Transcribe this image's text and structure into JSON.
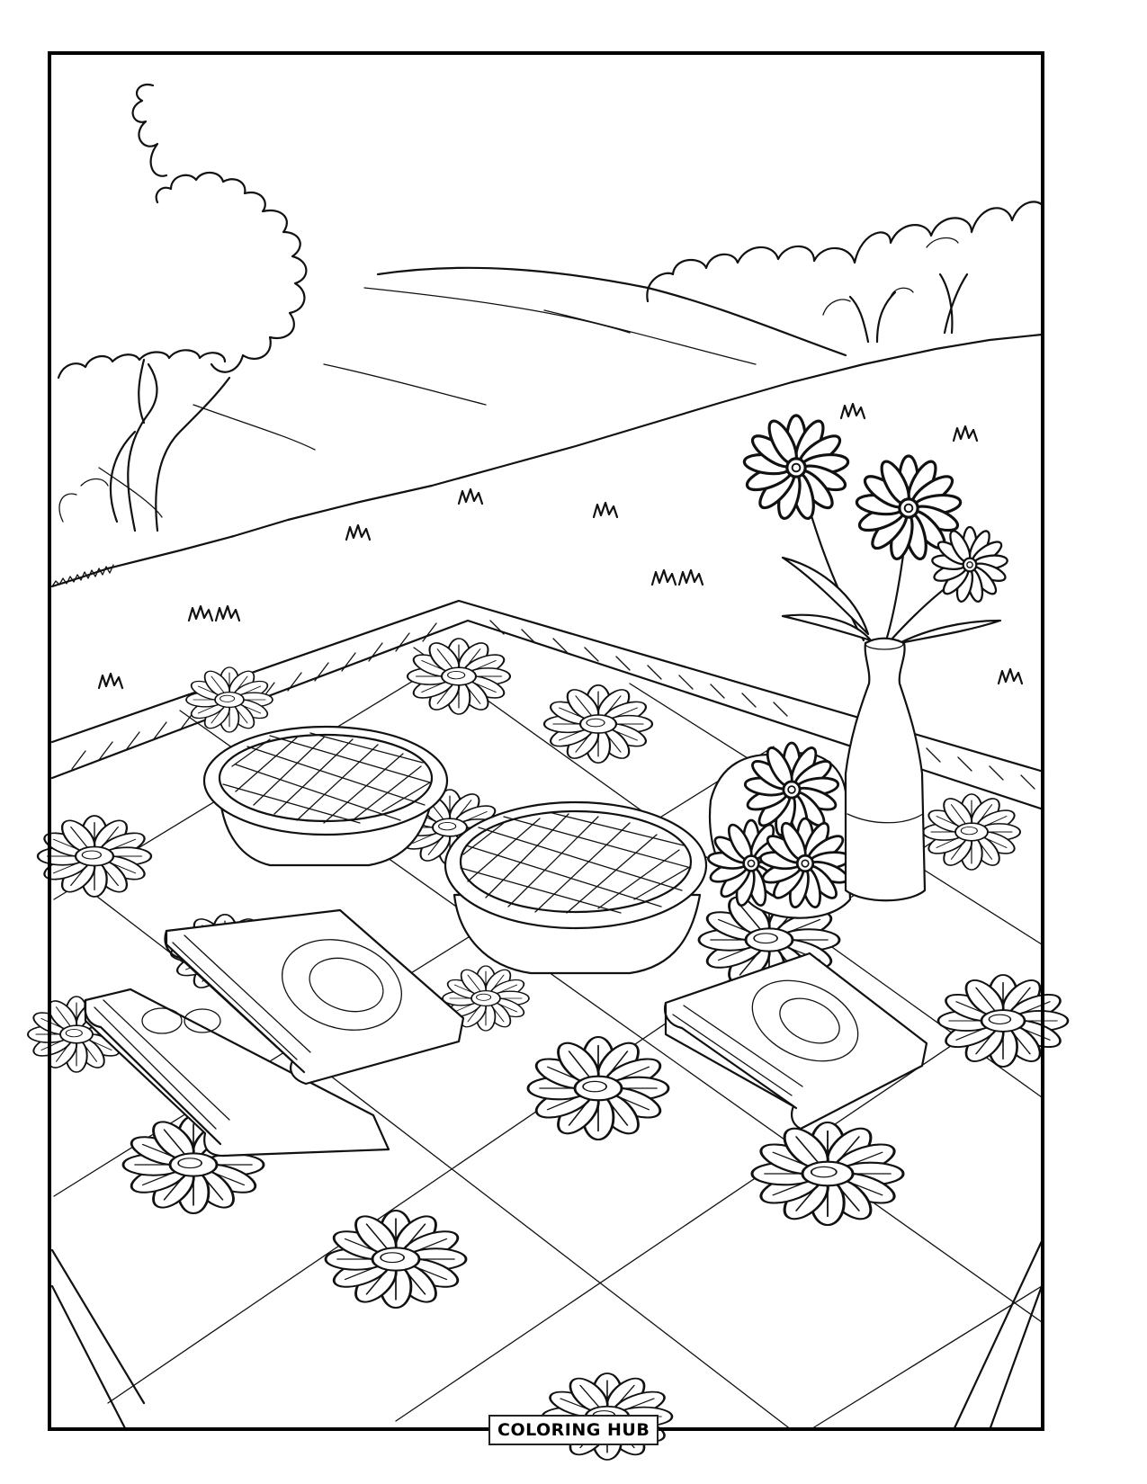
{
  "page": {
    "type": "coloring-page",
    "theme": "Picnic in the park",
    "background_color": "#ffffff",
    "line_color": "#111111"
  },
  "logo": {
    "text": "COLORING HUB"
  },
  "scene": {
    "background": [
      "rolling-hill",
      "large-tree-left",
      "bushes-right",
      "small-trees-right",
      "grass-tufts"
    ],
    "blanket": {
      "pattern": "floral-lattice",
      "border": "striped-edge"
    },
    "items": [
      {
        "name": "lattice-pie",
        "count": 2
      },
      {
        "name": "book",
        "count": 3
      },
      {
        "name": "flower-vase",
        "count": 1,
        "flowers": 3
      },
      {
        "name": "flower-bouquet",
        "count": 1
      }
    ]
  }
}
